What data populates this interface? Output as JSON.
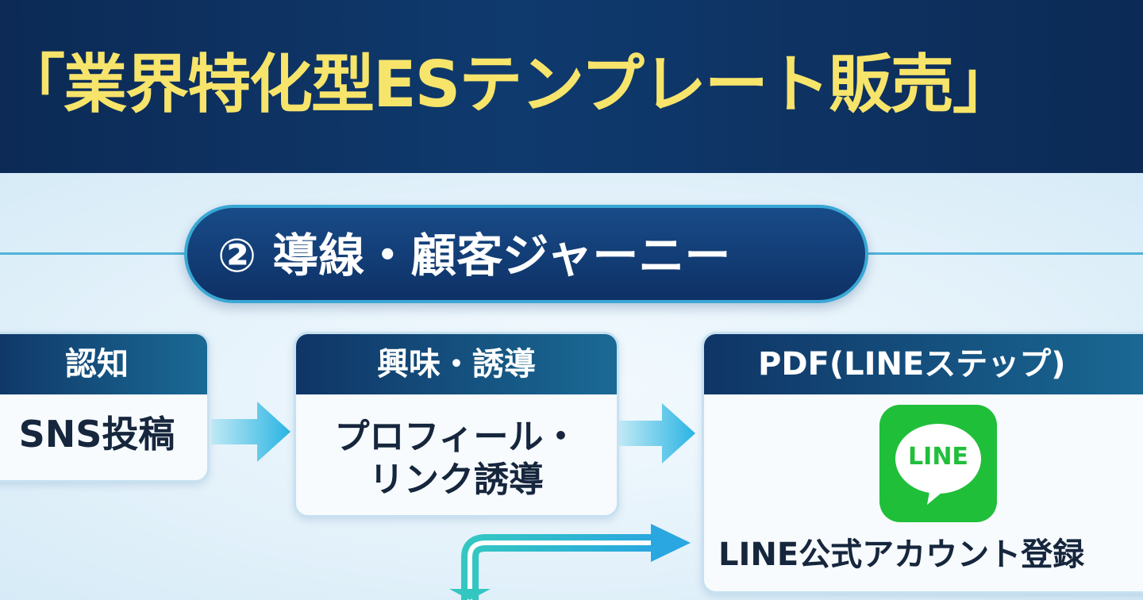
{
  "header": {
    "title": "「業界特化型ESテンプレート販売」"
  },
  "section": {
    "title": "② 導線・顧客ジャーニー"
  },
  "steps": [
    {
      "head": "認知",
      "body": "SNS投稿"
    },
    {
      "head": "興味・誘導",
      "body_lines": [
        "プロフィール・",
        "リンク誘導"
      ]
    },
    {
      "head": "PDF(LINEステップ)",
      "logo_text": "LINE",
      "body": "LINE公式アカウント登録"
    }
  ],
  "colors": {
    "title_yellow": "#f7e46a",
    "navy": "#0f3566",
    "line_green": "#20bf3a",
    "arrow_cyan": "#3bc1e6"
  }
}
